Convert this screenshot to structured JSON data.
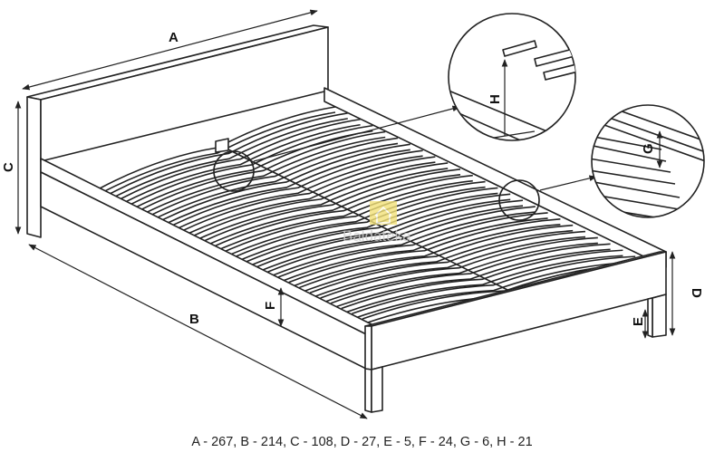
{
  "labels": {
    "A": "A",
    "B": "B",
    "C": "C",
    "D": "D",
    "E": "E",
    "F": "F",
    "G": "G",
    "H": "H"
  },
  "watermark": "Baldateka",
  "caption": "A - 267, B - 214, C - 108, D - 27, E - 5, F - 24, G - 6, H - 21",
  "dimensions": {
    "A": 267,
    "B": 214,
    "C": 108,
    "D": 27,
    "E": 5,
    "F": 24,
    "G": 6,
    "H": 21
  },
  "slat_count": 26,
  "colors": {
    "line": "#222222",
    "watermark_icon": "#f3e27a"
  }
}
